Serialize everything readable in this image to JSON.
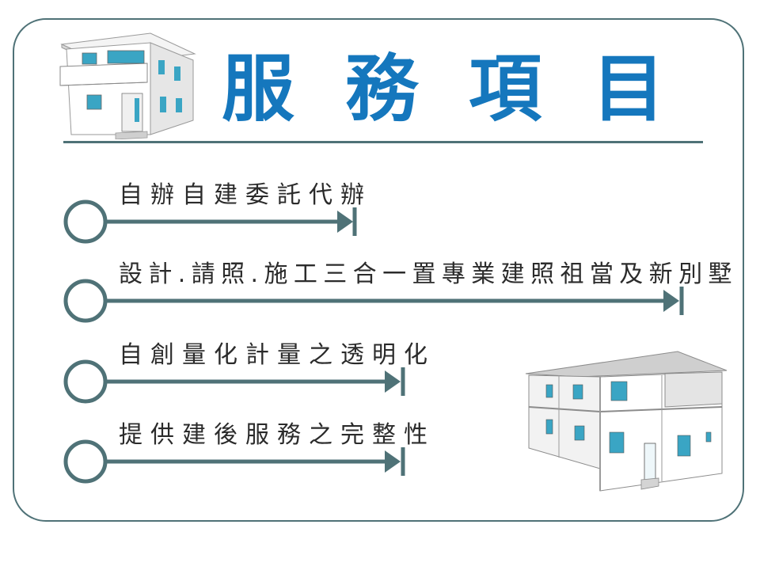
{
  "title": {
    "chars": [
      "服",
      "務",
      "項",
      "目"
    ]
  },
  "items": [
    {
      "label": "自辦自建委託代辦"
    },
    {
      "label": "設計.請照.施工三合一置專業建照祖當及新別墅"
    },
    {
      "label": "自創量化計量之透明化"
    },
    {
      "label": "提供建後服務之完整性"
    }
  ],
  "colors": {
    "frame": "#4f7277",
    "title": "#1577bd",
    "text": "#2b2b2b"
  },
  "icons": [
    "two-story-house-icon",
    "house-perspective-icon"
  ]
}
